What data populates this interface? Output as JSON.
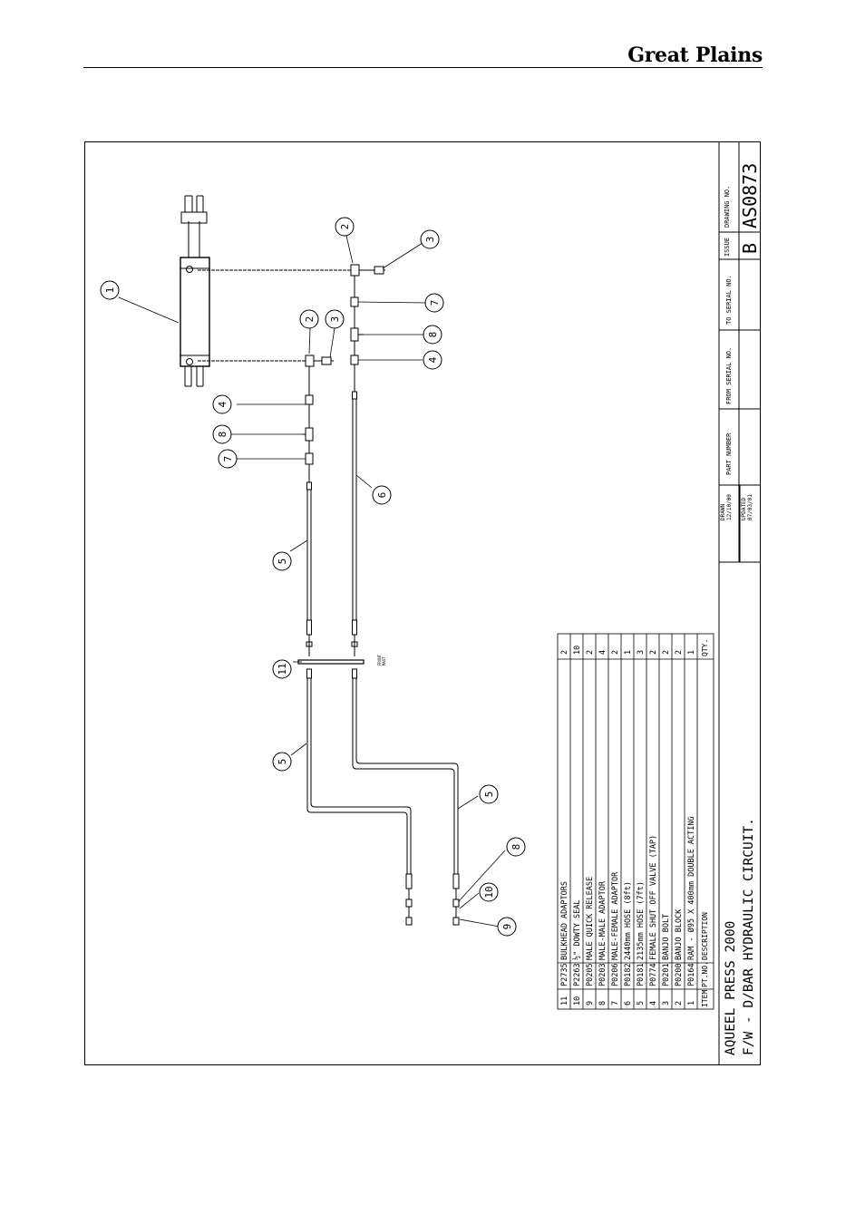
{
  "header": {
    "brand": "Great Plains"
  },
  "title_block": {
    "title_line1": "AQUEEL  PRESS  2000",
    "title_line2": "F/W  -  D/BAR  HYDRAULIC  CIRCUIT.",
    "drawn_label": "DRAWN",
    "drawn_date": "12/10/00",
    "updated_label": "UPDATED",
    "updated_date": "07/03/01",
    "part_number_label": "PART  NUMBER",
    "from_serial_label": "FROM  SERIAL  NO.",
    "to_serial_label": "TO  SERIAL  NO.",
    "issue_label": "ISSUE",
    "issue_value": "B",
    "drawing_no_label": "DRAWING  NO.",
    "drawing_no_value": "AS0873"
  },
  "parts_list": {
    "headers": {
      "item": "ITEM",
      "part_no": "PT.NO.",
      "description": "DESCRIPTION",
      "qty": "QTY."
    },
    "rows": [
      {
        "item": "11",
        "part_no": "P2735",
        "description": "BULKHEAD  ADAPTORS",
        "qty": "2"
      },
      {
        "item": "10",
        "part_no": "P2263",
        "description": "½\"  DOWTY  SEAL",
        "qty": "10"
      },
      {
        "item": "9",
        "part_no": "P0205",
        "description": "MALE  QUICK  RELEASE",
        "qty": "2"
      },
      {
        "item": "8",
        "part_no": "P0203",
        "description": "MALE-MALE  ADAPTOR",
        "qty": "4"
      },
      {
        "item": "7",
        "part_no": "P0206",
        "description": "MALE-FEMALE  ADAPTOR",
        "qty": "2"
      },
      {
        "item": "6",
        "part_no": "P0182",
        "description": "2440mm  HOSE  (8ft)",
        "qty": "1"
      },
      {
        "item": "5",
        "part_no": "P0181",
        "description": "2135mm  HOSE  (7ft)",
        "qty": "3"
      },
      {
        "item": "4",
        "part_no": "P0774",
        "description": "FEMALE  SHUT  OFF  VALVE  (TAP)",
        "qty": "2"
      },
      {
        "item": "3",
        "part_no": "P0201",
        "description": "BANJO  BOLT",
        "qty": "2"
      },
      {
        "item": "2",
        "part_no": "P0200",
        "description": "BANJO  BLOCK",
        "qty": "2"
      },
      {
        "item": "1",
        "part_no": "P0164",
        "description": "RAM  -  Ø95  X  400mm  DOUBLE  ACTING",
        "qty": "1"
      }
    ]
  },
  "diagram": {
    "balloons": [
      "1",
      "2",
      "3",
      "2",
      "3",
      "7",
      "4",
      "8",
      "7",
      "4",
      "8",
      "6",
      "5",
      "11",
      "5",
      "5",
      "8",
      "10",
      "9"
    ],
    "small_note_line1": "FRONT",
    "small_note_line2": "MAST"
  }
}
